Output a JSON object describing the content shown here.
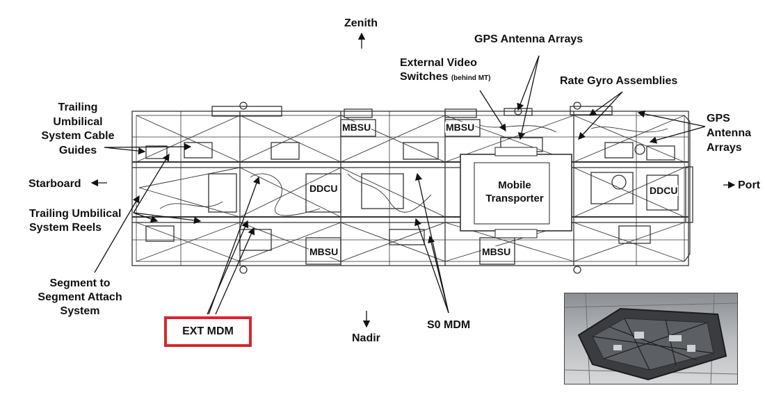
{
  "labels": {
    "zenith": "Zenith",
    "nadir": "Nadir",
    "starboard": "Starboard",
    "port": "Port",
    "gps_top": "GPS Antenna Arrays",
    "video_line1": "External Video",
    "video_line2": "Switches",
    "video_note": "(behind MT)",
    "rate_gyro": "Rate Gyro Assemblies",
    "gps_right_1": "GPS",
    "gps_right_2": "Antenna",
    "gps_right_3": "Arrays",
    "tusc_1": "Trailing",
    "tusc_2": "Umbilical",
    "tusc_3": "System Cable",
    "tusc_4": "Guides",
    "tusr_1": "Trailing Umbilical",
    "tusr_2": "System Reels",
    "ssas_1": "Segment to",
    "ssas_2": "Segment Attach",
    "ssas_3": "System",
    "ext_mdm": "EXT MDM",
    "s0_mdm": "S0 MDM",
    "mt_1": "Mobile",
    "mt_2": "Transporter",
    "mbsu": "MBSU",
    "ddcu": "DDCU"
  },
  "colors": {
    "highlight": "#d7262e",
    "line": "#222222"
  }
}
